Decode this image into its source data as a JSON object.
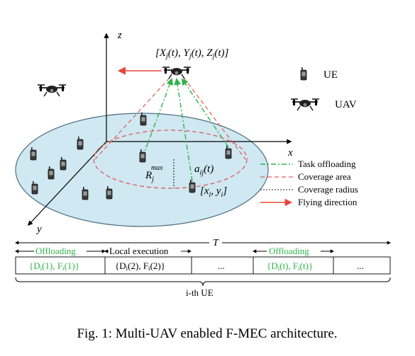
{
  "axes": {
    "z": "z",
    "x": "x",
    "y": "y"
  },
  "uav_position": {
    "bracket_open": "[",
    "X": "X",
    "j1": "j",
    "t1": "(t), ",
    "Y": "Y",
    "j2": "j",
    "t2": "(t), ",
    "Z": "Z",
    "j3": "j",
    "t3": "(t)]"
  },
  "ue_position": {
    "open": "[x",
    "sub_i1": "i",
    "comma": ", y",
    "sub_i2": "i",
    "close": "]"
  },
  "radius_label": {
    "R": "R",
    "sub": "j",
    "sup": "max"
  },
  "offload_label": {
    "a": "a",
    "sub": "ij",
    "tail": "(t)"
  },
  "device_legend": [
    {
      "icon": "mobile-phone-icon",
      "label": "UE"
    },
    {
      "icon": "drone-icon",
      "label": "UAV"
    }
  ],
  "line_legend": [
    {
      "label": "Task offloading",
      "style": "dash-dot",
      "color": "#2db34a"
    },
    {
      "label": "Coverage area",
      "style": "dashed",
      "color": "#e05a5a"
    },
    {
      "label": "Coverage radius",
      "style": "dotted",
      "color": "#222222"
    },
    {
      "label": "Flying direction",
      "style": "solid-arrow",
      "color": "#e8463a"
    }
  ],
  "timeline": {
    "T_label": "T",
    "segments": [
      "Offloading",
      "Local execution",
      "Offloading"
    ],
    "cells": [
      {
        "open": "{D",
        "s1": "i",
        "mid": "(1), F",
        "s2": "i",
        "close": "(1)}"
      },
      {
        "open": "{D",
        "s1": "i",
        "mid": "(2), F",
        "s2": "i",
        "close": "(2)}"
      },
      {
        "text": "..."
      },
      {
        "open": "{D",
        "s1": "i",
        "mid": "(t), F",
        "s2": "i",
        "close": "(t)}"
      },
      {
        "text": "..."
      }
    ],
    "brace_label": "i-th UE"
  },
  "caption": "Fig. 1: Multi-UAV enabled F-MEC architecture.",
  "colors": {
    "ground": "#cfe8f1",
    "offload": "#2db34a",
    "coverage": "#e05a5a",
    "flying": "#e8463a",
    "timeline_text": "#2db34a"
  }
}
